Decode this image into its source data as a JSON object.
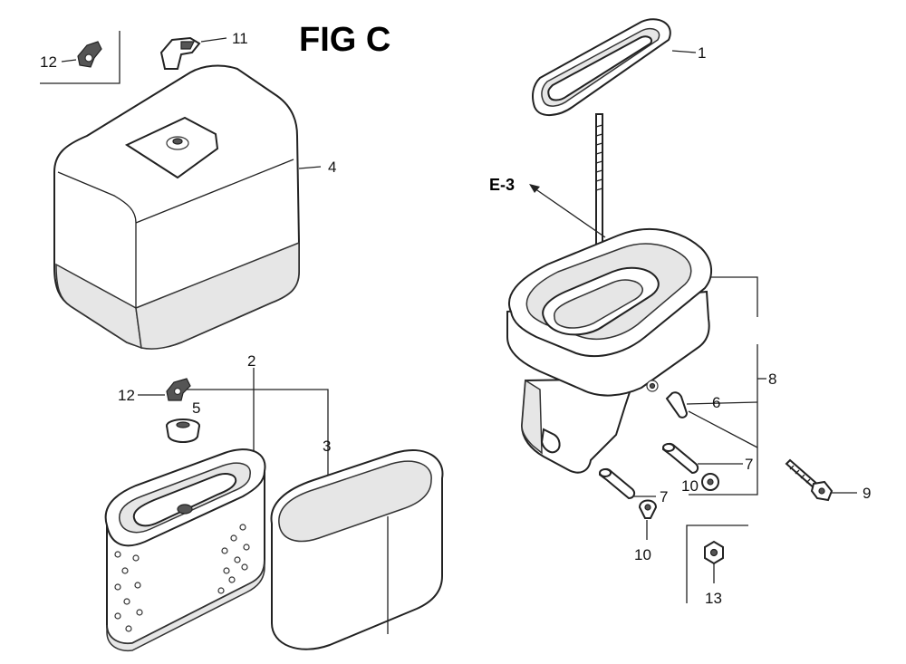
{
  "figure_title": "FIG C",
  "reference_label": "E-3",
  "callouts": {
    "c1": "1",
    "c2": "2",
    "c3": "3",
    "c4": "4",
    "c5": "5",
    "c6": "6",
    "c7a": "7",
    "c7b": "7",
    "c8": "8",
    "c9": "9",
    "c10a": "10",
    "c10b": "10",
    "c11": "11",
    "c12a": "12",
    "c12b": "12",
    "c13": "13"
  }
}
